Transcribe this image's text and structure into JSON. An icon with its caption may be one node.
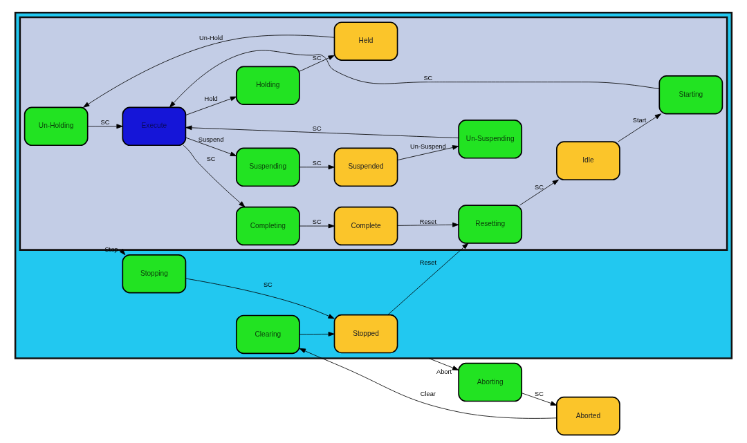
{
  "diagram": {
    "nodes": [
      {
        "text": [],
        "shape": "box"
      },
      {
        "text": [],
        "shape": "box",
        "in": 0
      },
      {
        "text": [
          "Un-Holding"
        ],
        "in": 1
      },
      {
        "text": [
          "Held"
        ],
        "in": 1
      },
      {
        "text": [
          "Holding"
        ],
        "in": 1
      },
      {
        "text": [
          "Idle"
        ],
        "in": 1
      },
      {
        "text": [
          "Starting"
        ],
        "in": 1
      },
      {
        "text": [
          "Execute"
        ],
        "in": 1
      },
      {
        "text": [
          "Completing"
        ],
        "in": 1
      },
      {
        "text": [
          "Complete"
        ],
        "in": 1
      },
      {
        "text": [
          "Resetting"
        ],
        "in": 1
      },
      {
        "text": [
          "Un-Suspending"
        ],
        "in": 1
      },
      {
        "text": [
          "Suspended"
        ],
        "in": 1
      },
      {
        "text": [
          "Suspending"
        ],
        "in": 1
      },
      {
        "text": [
          "Stopped"
        ],
        "in": 0
      },
      {
        "text": [
          "Stopping"
        ],
        "in": 0
      },
      {
        "text": [
          "Clearing"
        ],
        "in": 0
      },
      {
        "text": [
          "Aborted"
        ]
      },
      {
        "text": [
          "Aborting"
        ]
      }
    ],
    "edges": [
      {
        "from": 3,
        "to": 2,
        "arrow": "to",
        "label": "Un-Hold"
      },
      {
        "from": 4,
        "to": 3,
        "arrow": "to",
        "label": "SC"
      },
      {
        "from": 2,
        "to": 7,
        "arrow": "to",
        "label": "SC"
      },
      {
        "from": 7,
        "to": 4,
        "arrow": "to",
        "label": "Hold"
      },
      {
        "from": 5,
        "to": 6,
        "arrow": "to",
        "label": "Start"
      },
      {
        "from": 6,
        "to": 7,
        "arrow": "to",
        "label": "SC"
      },
      {
        "from": 7,
        "to": 8,
        "arrow": "to",
        "label": "SC"
      },
      {
        "from": 8,
        "to": 9,
        "arrow": "to",
        "label": "SC"
      },
      {
        "from": 10,
        "to": 5,
        "arrow": "to",
        "label": "SC"
      },
      {
        "from": 11,
        "to": 7,
        "arrow": "to",
        "label": "SC"
      },
      {
        "from": 7,
        "to": 13,
        "arrow": "to",
        "label": "Suspend"
      },
      {
        "from": 12,
        "to": 11,
        "arrow": "to",
        "label": "Un-Suspend"
      },
      {
        "from": 13,
        "to": 12,
        "arrow": "to",
        "label": "SC"
      },
      {
        "from": 9,
        "to": 10,
        "arrow": "to",
        "label": "Reset"
      },
      {
        "from": 14,
        "to": 10,
        "arrow": "to",
        "label": "Reset"
      },
      {
        "from": 1,
        "to": 15,
        "arrow": "to",
        "label": "Stop"
      },
      {
        "from": 15,
        "to": 14,
        "arrow": "to",
        "label": "SC"
      },
      {
        "from": 16,
        "to": 14,
        "arrow": "to"
      },
      {
        "from": 0,
        "to": 18,
        "arrow": "to",
        "label": "Abort"
      },
      {
        "from": 18,
        "to": 17,
        "arrow": "to",
        "label": "SC"
      },
      {
        "from": 17,
        "to": 16,
        "arrow": "to",
        "label": "Clear"
      }
    ]
  }
}
